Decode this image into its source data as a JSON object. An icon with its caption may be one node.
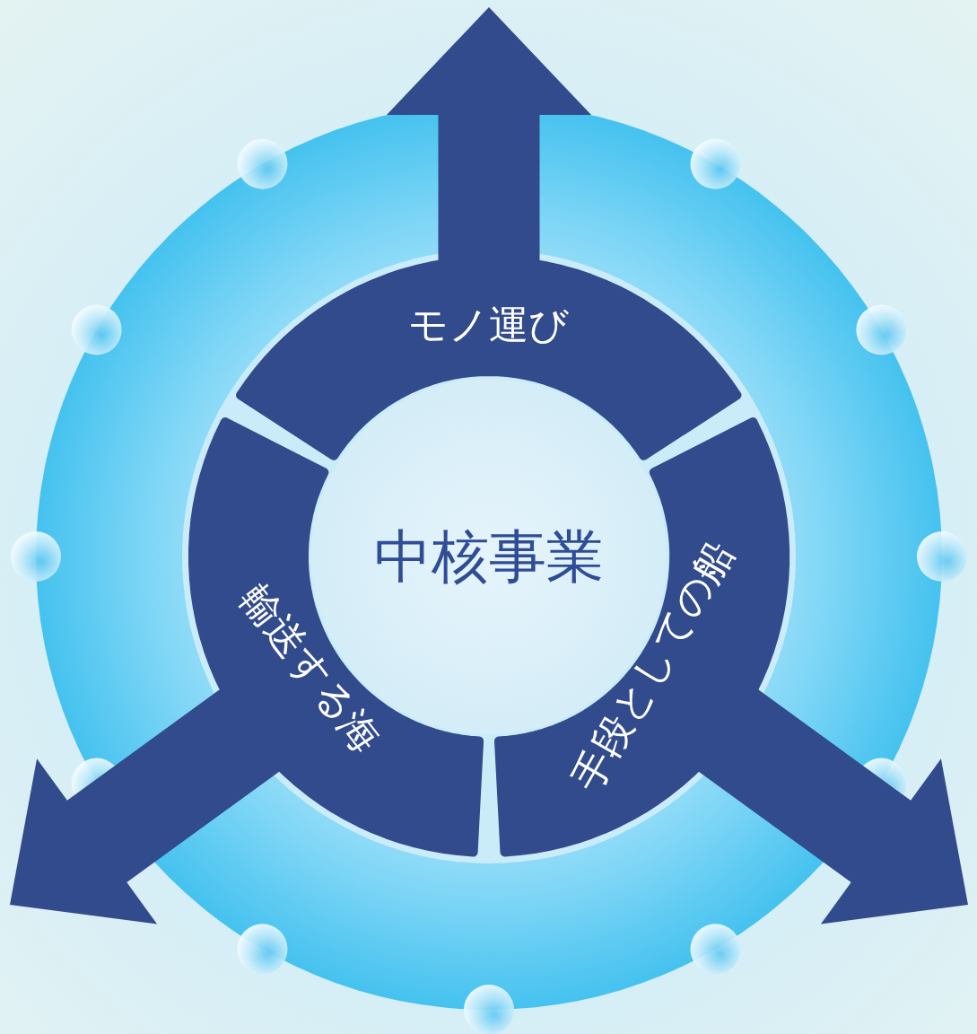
{
  "diagram": {
    "nodes": [
      {
        "text": [
          "中核事業"
        ]
      },
      {
        "text": [
          "モノ運び"
        ]
      },
      {
        "text": [
          "手段としての船"
        ]
      },
      {
        "text": [
          "輸送する海"
        ]
      }
    ],
    "edges": [
      {
        "from": 1,
        "to": null,
        "arrow": "to"
      },
      {
        "from": 2,
        "to": null,
        "arrow": "to"
      },
      {
        "from": 3,
        "to": null,
        "arrow": "to"
      }
    ]
  }
}
